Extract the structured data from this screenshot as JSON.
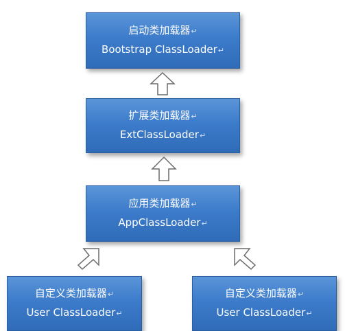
{
  "nodes": {
    "bootstrap": {
      "title": "启动类加载器",
      "subtitle": "Bootstrap ClassLoader"
    },
    "ext": {
      "title": "扩展类加载器",
      "subtitle": "ExtClassLoader"
    },
    "app": {
      "title": "应用类加载器",
      "subtitle": "AppClassLoader"
    },
    "user1": {
      "title": "自定义类加载器",
      "subtitle": "User ClassLoader"
    },
    "user2": {
      "title": "自定义类加载器",
      "subtitle": "User ClassLoader"
    }
  },
  "paragraph_mark": "↵",
  "colors": {
    "box_fill": "#3d7ccb",
    "box_border": "#2a5e9f",
    "arrow_stroke": "#6b6b6b",
    "text": "#ffffff"
  }
}
